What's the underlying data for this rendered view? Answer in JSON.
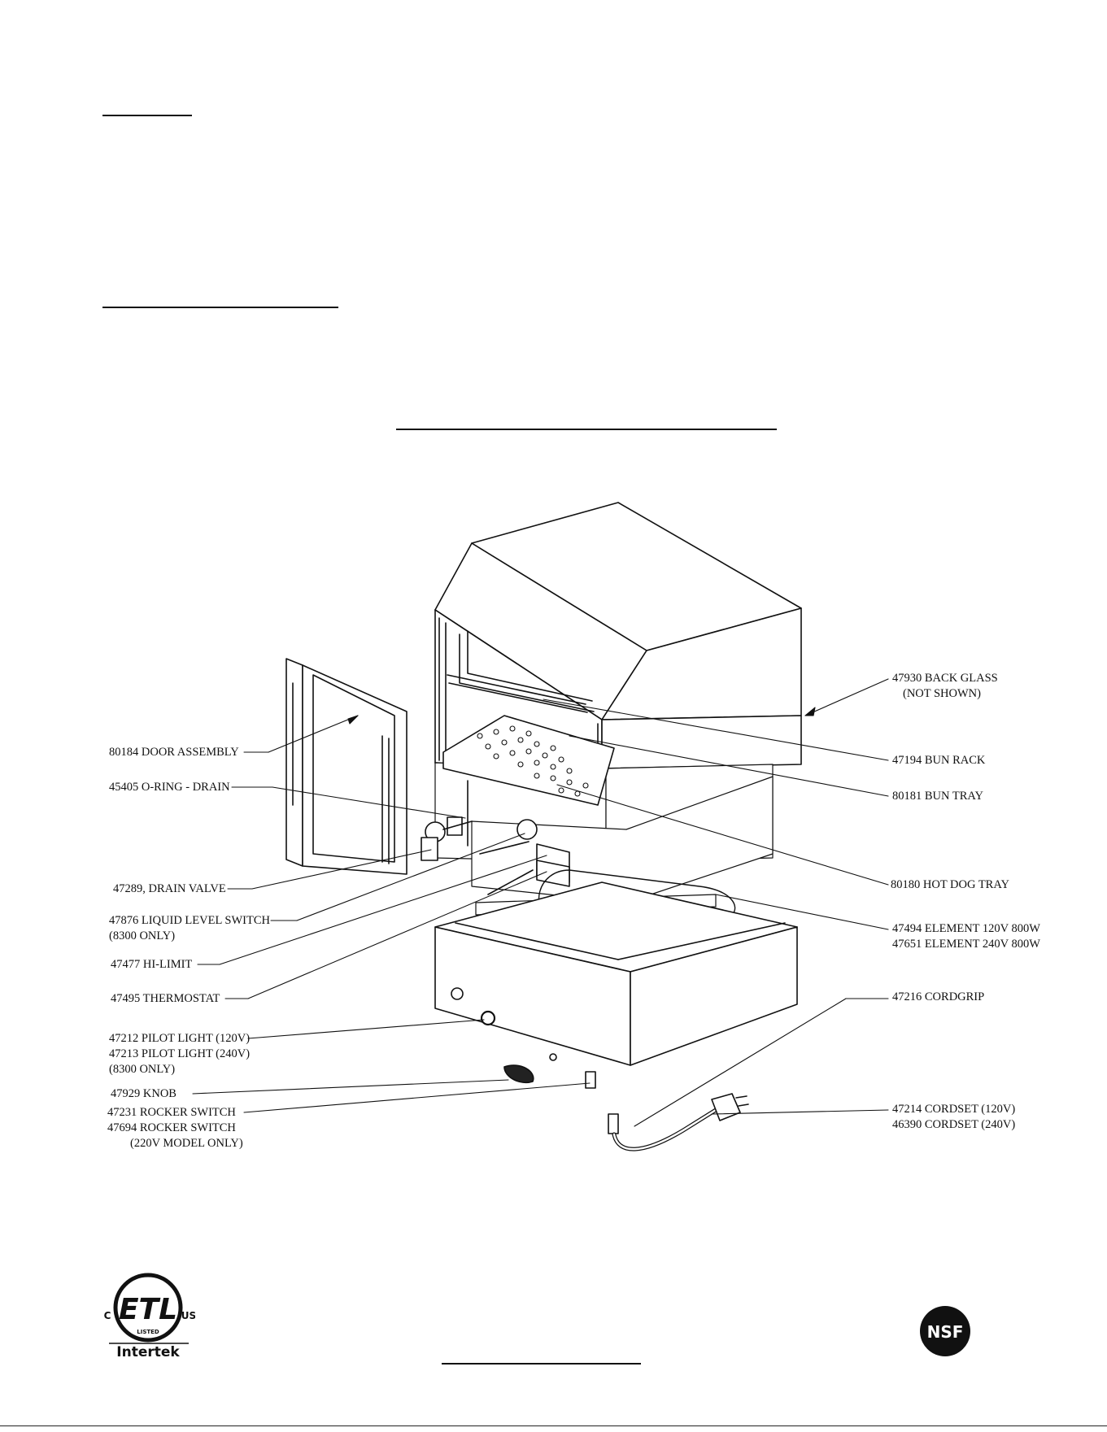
{
  "labels": {
    "back_glass": "47930 BACK GLASS",
    "back_glass_note": "(NOT SHOWN)",
    "bun_rack": "47194 BUN RACK",
    "bun_tray": "80181 BUN TRAY",
    "hot_dog_tray": "80180 HOT DOG TRAY",
    "element_120": "47494 ELEMENT 120V 800W",
    "element_240": "47651 ELEMENT 240V 800W",
    "cordgrip": "47216 CORDGRIP",
    "cordset_120": "47214 CORDSET (120V)",
    "cordset_240": "46390 CORDSET (240V)",
    "door_assembly": "80184 DOOR ASSEMBLY",
    "oring_drain": "45405 O-RING - DRAIN",
    "drain_valve": "47289, DRAIN VALVE",
    "liquid_level": "47876 LIQUID LEVEL SWITCH",
    "liquid_level_note": "(8300 ONLY)",
    "hi_limit": "47477 HI-LIMIT",
    "thermostat": "47495 THERMOSTAT",
    "pilot_120": "47212 PILOT LIGHT (120V)",
    "pilot_240": "47213 PILOT LIGHT (240V)",
    "pilot_note": "(8300 ONLY)",
    "knob": "47929 KNOB",
    "rocker_1": "47231 ROCKER SWITCH",
    "rocker_2": "47694 ROCKER SWITCH",
    "rocker_note": "(220V MODEL ONLY)"
  },
  "logos": {
    "etl_text": "ETL",
    "etl_c": "C",
    "etl_us": "US",
    "etl_listed": "LISTED",
    "intertek": "Intertek",
    "nsf": "NSF"
  }
}
